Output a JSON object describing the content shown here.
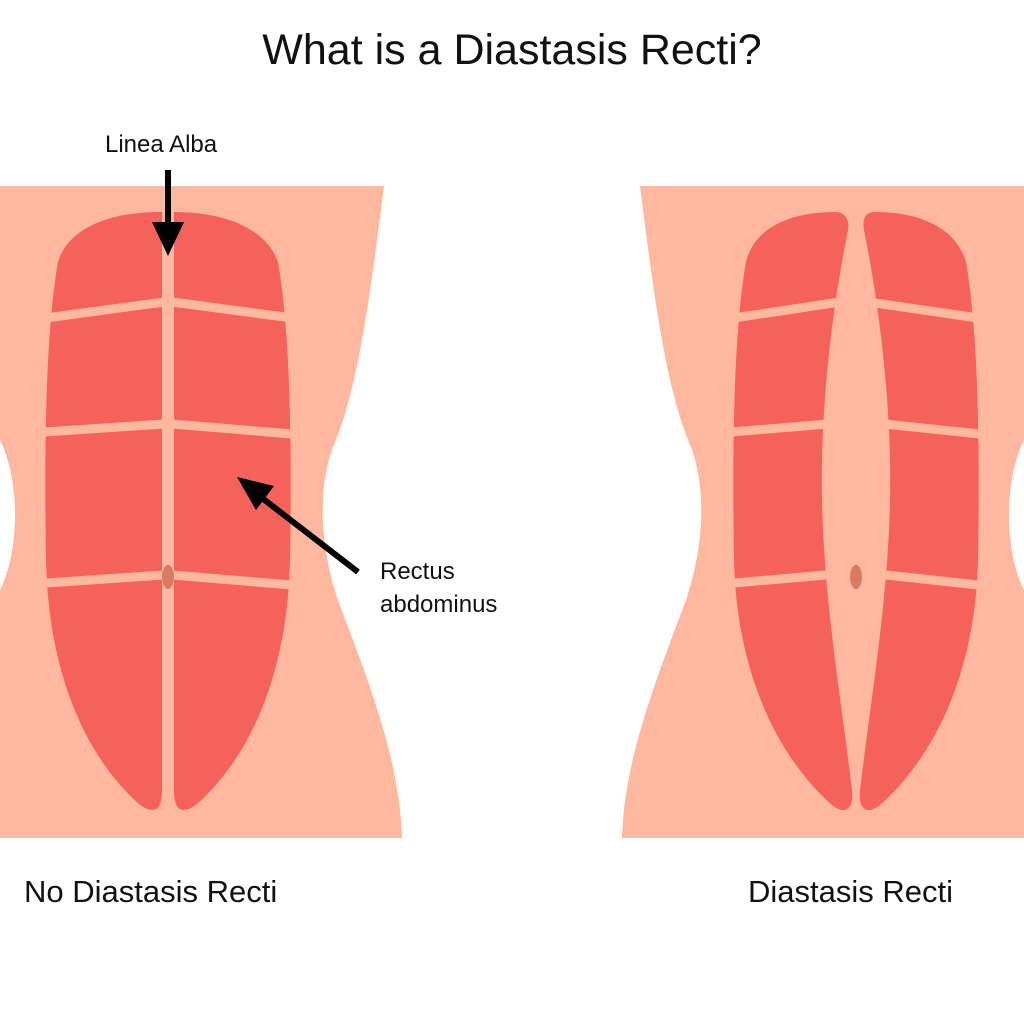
{
  "title": "What is a Diastasis Recti?",
  "labels": {
    "linea_alba": "Linea Alba",
    "rectus_line1": "Rectus",
    "rectus_line2": "abdominus"
  },
  "captions": {
    "left": "No Diastasis Recti",
    "right": "Diastasis Recti"
  },
  "colors": {
    "skin": "#FFB8A0",
    "muscle": "#F5625C",
    "navel": "#D97B60",
    "arrow": "#000000",
    "text": "#111111"
  }
}
